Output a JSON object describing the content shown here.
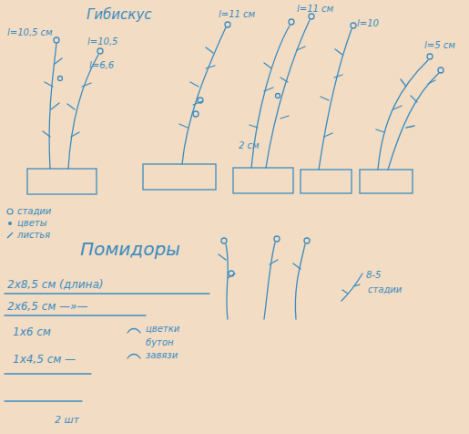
{
  "diagram": {
    "labels": [
      "Гибискус",
      "l=10,5 см",
      "l=10,5",
      "l=6,6",
      "l=11 см",
      "2 см",
      "l=11 см",
      "l=10",
      "l=5 см",
      "Помидоры",
      "2х8,5 см (длина)",
      "2х6,5 см —»—",
      "1х6 см",
      "1х4,5 см —",
      "8-5",
      "стадии",
      "цветки",
      "бутон",
      "завязи",
      "2 шт"
    ],
    "legend": [
      {
        "text": "стадии"
      },
      {
        "text": "цветы"
      },
      {
        "text": "листья"
      }
    ]
  }
}
